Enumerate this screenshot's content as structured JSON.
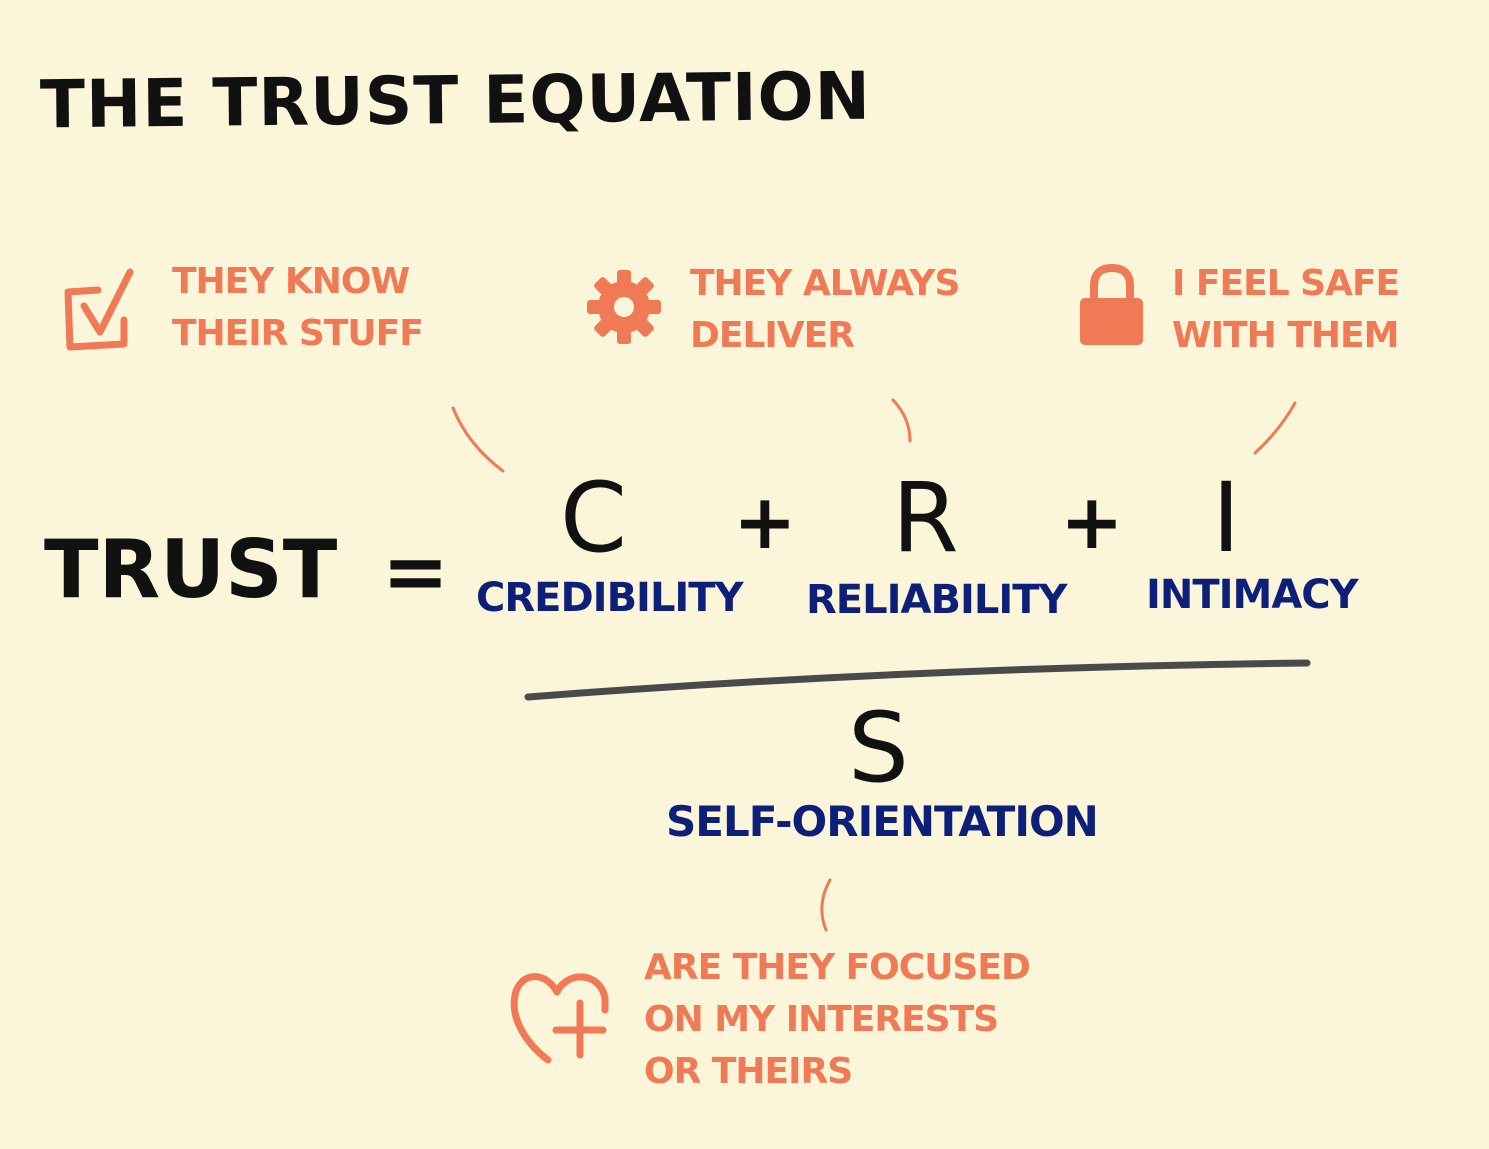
{
  "title": "THE TRUST EQUATION",
  "colors": {
    "ink": "#111111",
    "accent": "#f07a55",
    "blue": "#0d1f78",
    "bar": "#4a4a4a",
    "background": "#fbf5d9"
  },
  "notes": {
    "credibility": {
      "line1": "THEY KNOW",
      "line2": "THEIR STUFF",
      "icon": "checkbox-check-icon"
    },
    "reliability": {
      "line1": "THEY ALWAYS",
      "line2": "DELIVER",
      "icon": "gear-icon"
    },
    "intimacy": {
      "line1": "I FEEL SAFE",
      "line2": "WITH THEM",
      "icon": "padlock-icon"
    },
    "self_orientation": {
      "line1": "ARE THEY FOCUSED",
      "line2": "ON MY INTERESTS",
      "line3": "OR THEIRS",
      "icon": "heart-plus-icon"
    }
  },
  "equation": {
    "lhs": "TRUST",
    "equals": "=",
    "plus": "+",
    "numerator": [
      {
        "symbol": "C",
        "label": "CREDIBILITY"
      },
      {
        "symbol": "R",
        "label": "RELIABILITY"
      },
      {
        "symbol": "I",
        "label": "INTIMACY"
      }
    ],
    "denominator": {
      "symbol": "S",
      "label": "SELF-ORIENTATION"
    }
  }
}
